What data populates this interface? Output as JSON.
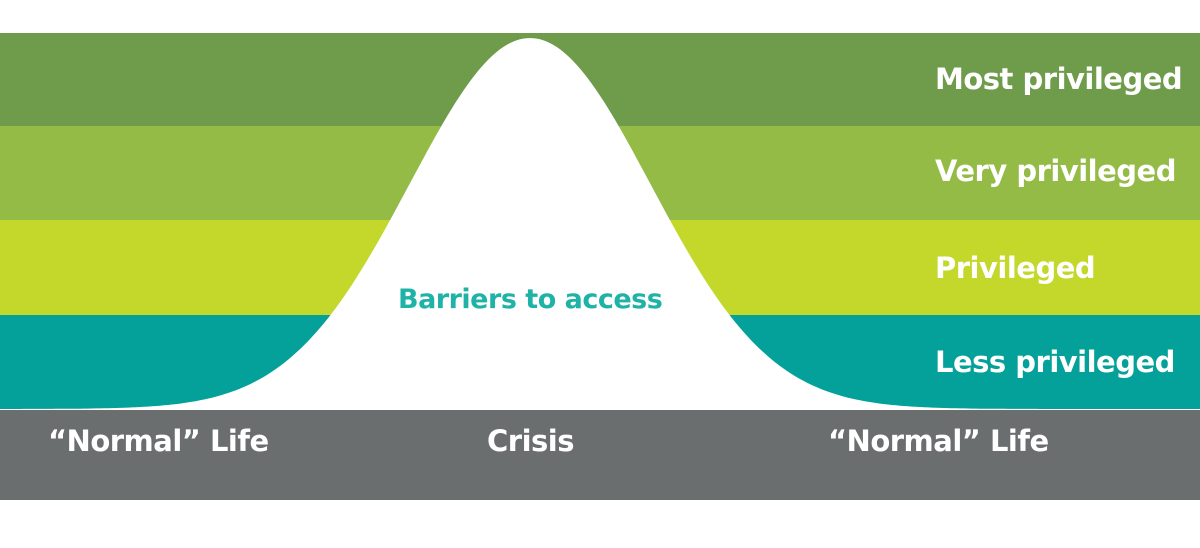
{
  "bands": [
    {
      "label": "Most privileged",
      "color": "#6f9c4b"
    },
    {
      "label": "Very privileged",
      "color": "#93bb45"
    },
    {
      "label": "Privileged",
      "color": "#c3d82a"
    },
    {
      "label": "Less privileged",
      "color": "#03a199"
    }
  ],
  "curve_label": "Barriers to access",
  "curve_label_color": "#1fb3a8",
  "axis": {
    "color": "#6b6e6f",
    "left": "“Normal” Life",
    "center": "Crisis",
    "right": "“Normal” Life"
  }
}
